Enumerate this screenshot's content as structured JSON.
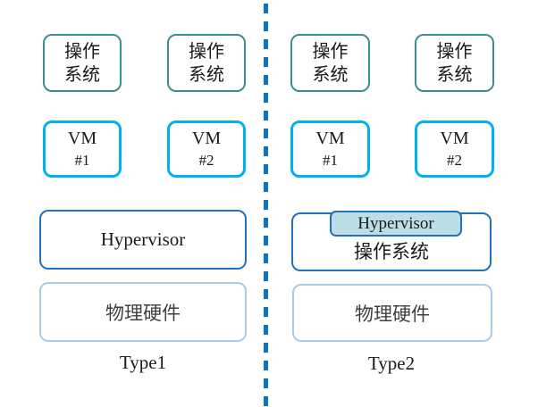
{
  "colors": {
    "os_box_border": "#3F8E8E",
    "vm_box_border": "#00B0F0",
    "hypervisor_box_border": "#2372B9",
    "hardware_box_border": "#A6CBEC",
    "hypervisor_chip_fill": "#BDDEE7",
    "divider": "#0B72C5",
    "hardware_text": "#3F3F3F"
  },
  "left": {
    "os1": {
      "line1": "操作",
      "line2": "系统"
    },
    "os2": {
      "line1": "操作",
      "line2": "系统"
    },
    "vm1": {
      "line1": "VM",
      "line2": "#1"
    },
    "vm2": {
      "line1": "VM",
      "line2": "#2"
    },
    "hypervisor": "Hypervisor",
    "hardware": "物理硬件",
    "type_label": "Type1"
  },
  "right": {
    "os1": {
      "line1": "操作",
      "line2": "系统"
    },
    "os2": {
      "line1": "操作",
      "line2": "系统"
    },
    "vm1": {
      "line1": "VM",
      "line2": "#1"
    },
    "vm2": {
      "line1": "VM",
      "line2": "#2"
    },
    "hypervisor_chip": "Hypervisor",
    "host_os": "操作系统",
    "hardware": "物理硬件",
    "type_label": "Type2"
  }
}
